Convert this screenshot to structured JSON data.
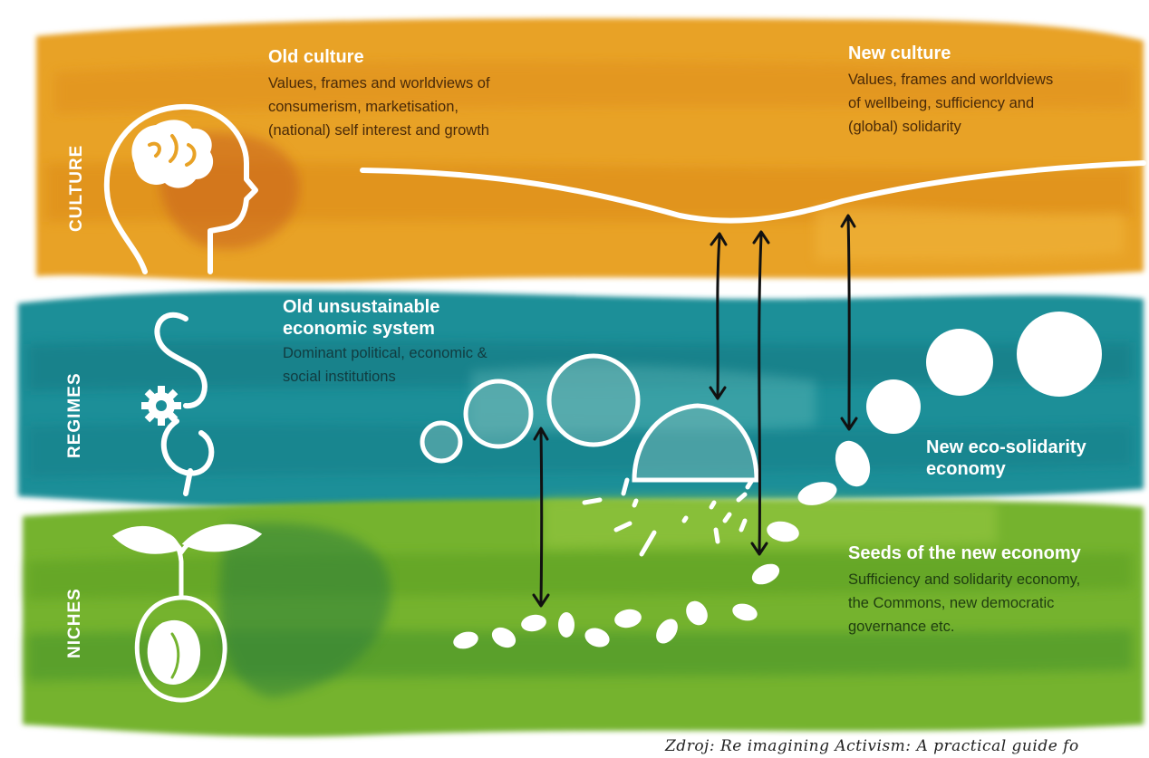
{
  "layers": {
    "culture": {
      "label": "CULTURE",
      "color": "#e69a1f"
    },
    "regimes": {
      "label": "REGIMES",
      "color": "#1a8e97"
    },
    "niches": {
      "label": "NICHES",
      "color": "#6fb02e"
    }
  },
  "old_culture": {
    "title": "Old culture",
    "line1": "Values, frames and worldviews of",
    "line2": "consumerism, marketisation,",
    "line3": "(national) self interest and growth"
  },
  "new_culture": {
    "title": "New culture",
    "line1": "Values, frames and worldviews",
    "line2": "of wellbeing, sufficiency and",
    "line3": "(global) solidarity"
  },
  "old_system": {
    "title1": "Old unsustainable",
    "title2": "economic system",
    "line1": "Dominant political, economic &",
    "line2": "social institutions"
  },
  "new_economy": {
    "title1": "New eco-solidarity",
    "title2": "economy"
  },
  "seeds": {
    "title": "Seeds of the new economy",
    "line1": "Sufficiency and solidarity economy,",
    "line2": "the Commons, new democratic",
    "line3": "governance etc."
  },
  "source": "Zdroj: Re imagining Activism: A practical guide fo",
  "icons": {
    "culture": "head-brain-icon",
    "regimes": "dollar-gear-icon",
    "niches": "seed-sprout-icon"
  }
}
